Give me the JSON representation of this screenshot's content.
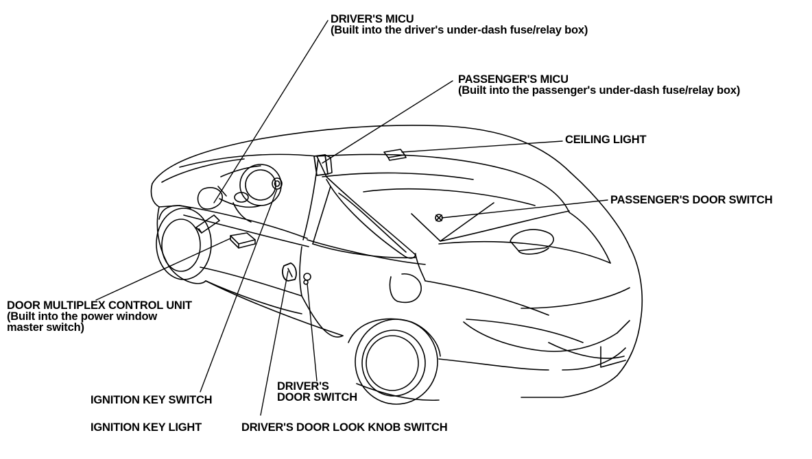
{
  "labels": {
    "drivers_micu": {
      "title": "DRIVER'S MICU",
      "note": "(Built into the driver's under-dash fuse/relay box)"
    },
    "passengers_micu": {
      "title": "PASSENGER'S MICU",
      "note": "(Built into the passenger's under-dash fuse/relay box)"
    },
    "ceiling_light": "CEILING LIGHT",
    "passengers_door_switch": "PASSENGER'S DOOR SWITCH",
    "door_multiplex": {
      "title": "DOOR MULTIPLEX CONTROL UNIT",
      "note_line1": "(Built into the power window",
      "note_line2": "master switch)"
    },
    "drivers_door_switch": {
      "line1": "DRIVER'S",
      "line2": "DOOR SWITCH"
    },
    "ignition_key_switch": "IGNITION KEY SWITCH",
    "ignition_key_light": "IGNITION KEY LIGHT",
    "drivers_door_lock_knob_switch": "DRIVER'S DOOR LOOK KNOB SWITCH"
  }
}
